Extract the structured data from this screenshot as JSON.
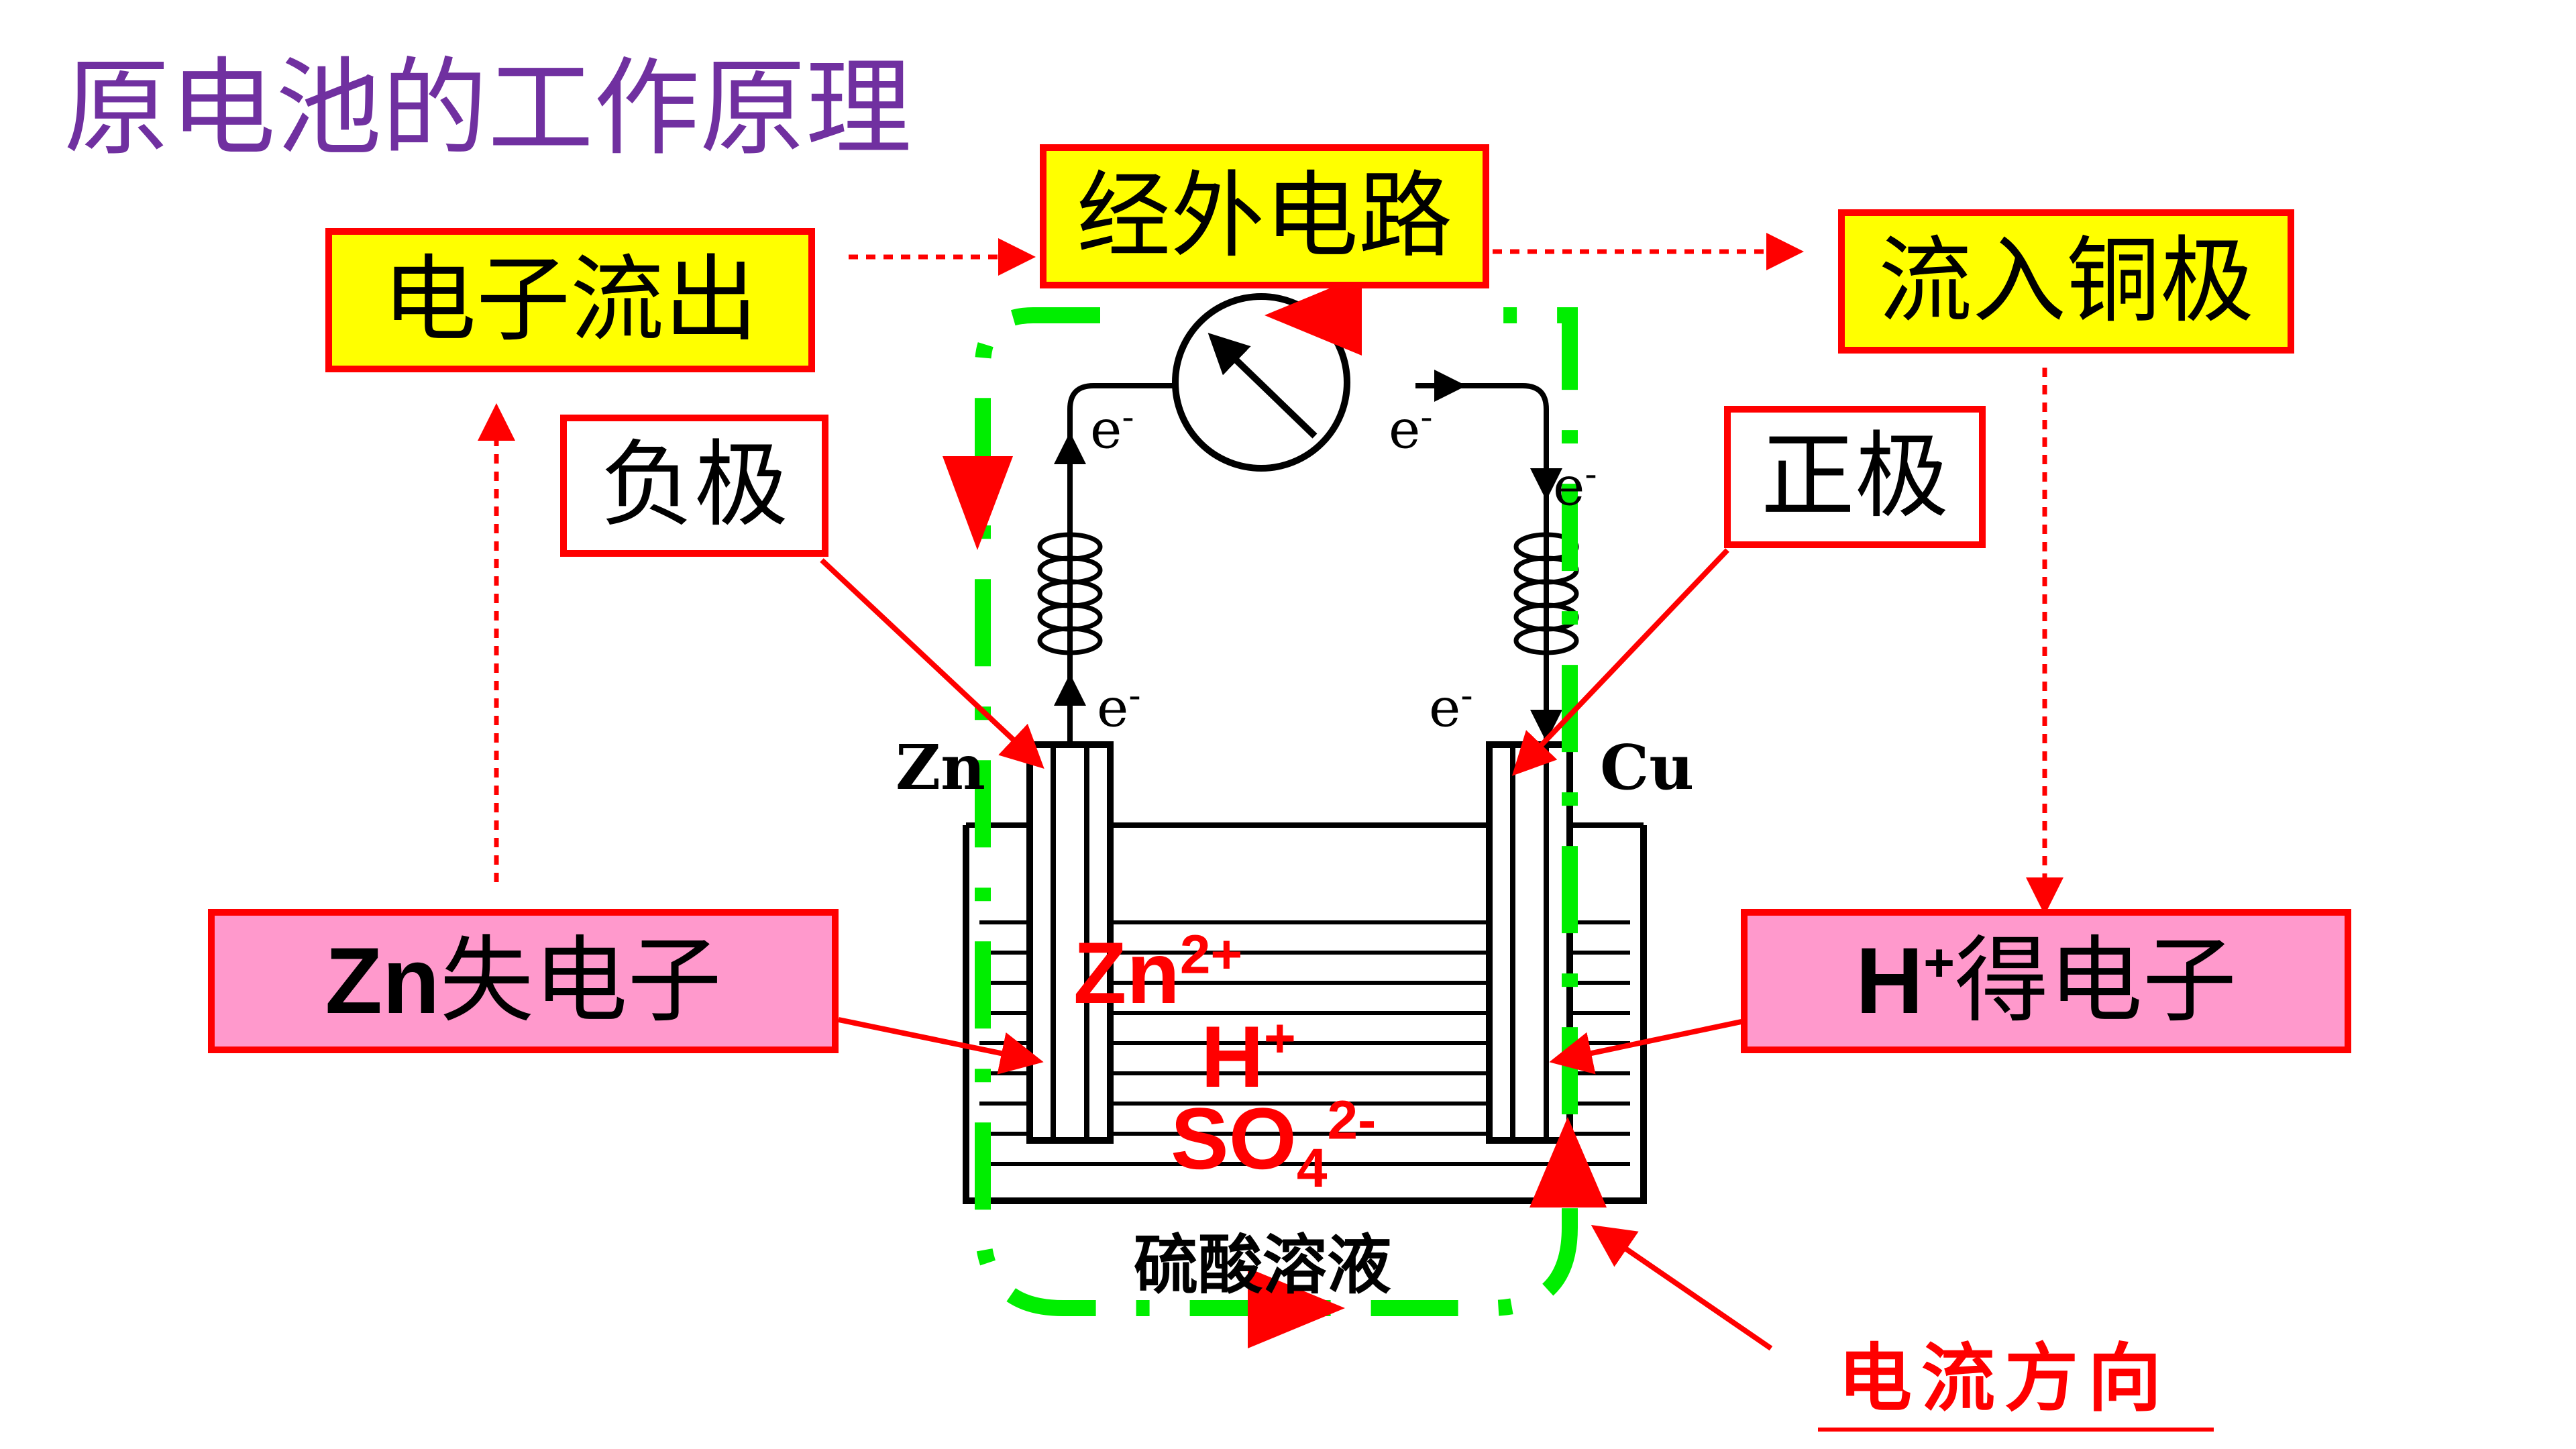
{
  "title": "原电池的工作原理",
  "boxes": {
    "electrons_out": "电子流出",
    "external_circuit": "经外电路",
    "flow_into_copper": "流入铜极",
    "negative_electrode": "负极",
    "positive_electrode": "正极",
    "zn_loses": {
      "latin": "Zn",
      "text": "失电子"
    },
    "h_gains": {
      "latin": "H",
      "sup": "+",
      "text": "得电子"
    }
  },
  "apparatus": {
    "zn_label": "Zn",
    "cu_label": "Cu",
    "electron": "e",
    "electron_sup": "-",
    "solution_label": "硫酸溶液"
  },
  "ions": {
    "zn": {
      "base": "Zn",
      "sup": "2+"
    },
    "h": {
      "base": "H",
      "sup": "+"
    },
    "so4": {
      "base": "SO",
      "sub": "4",
      "sup": "2-"
    }
  },
  "current_direction_label": "电流方向",
  "colors": {
    "title": "#7030a0",
    "box_border": "#ff0000",
    "yellow_fill": "#ffff00",
    "pink_fill": "#ff99cc",
    "current_path": "#00ee00",
    "arrow": "#ff0000"
  }
}
